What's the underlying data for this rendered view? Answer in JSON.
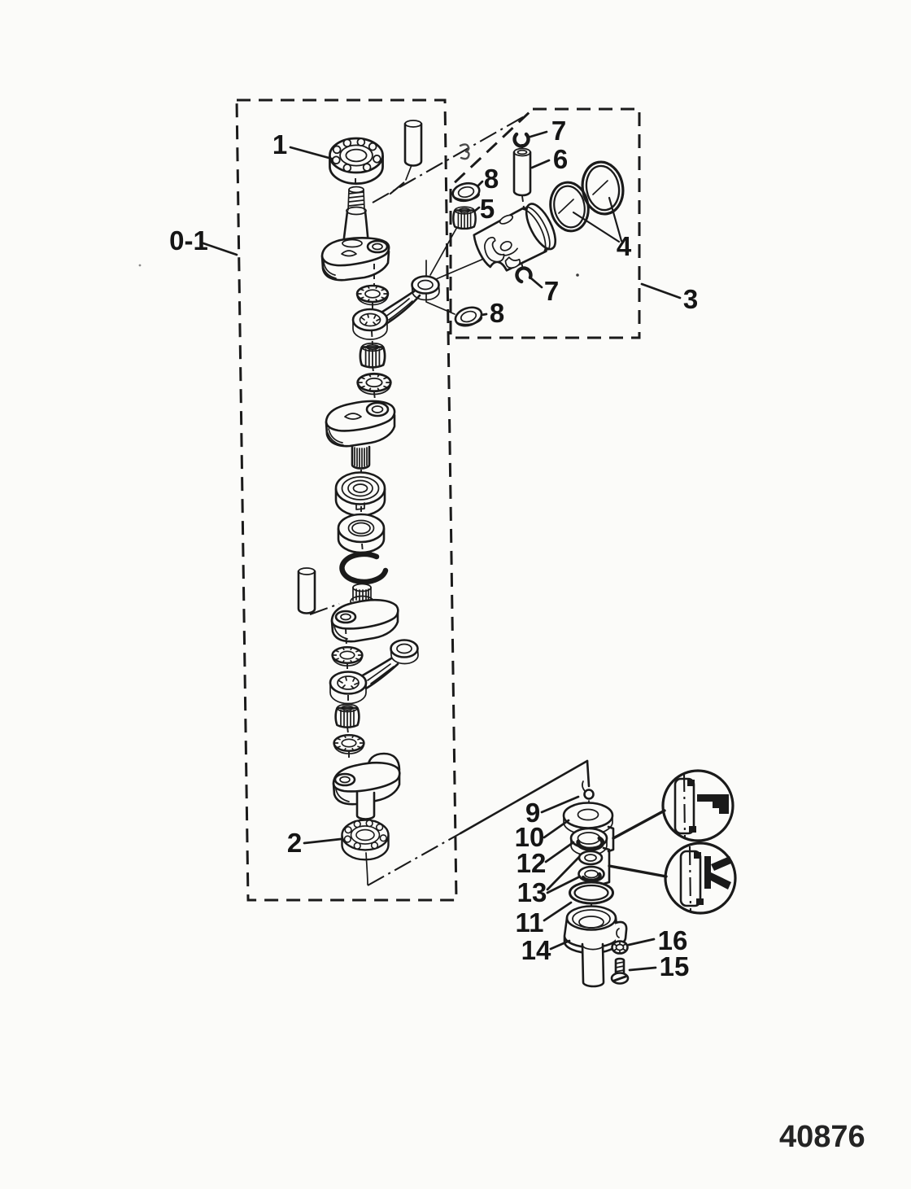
{
  "diagram": {
    "type": "exploded-parts-diagram",
    "drawing_number": "40876",
    "labels": {
      "main_assembly": "0-1",
      "upper_main_bearing": "1",
      "lower_main_bearing": "2",
      "piston_assembly": "3",
      "piston_rings": "4",
      "needle_bearing": "5",
      "piston_pin": "6",
      "pin_retainer_top": "7",
      "pin_retainer_bottom": "7",
      "seal_ring_upper": "8",
      "seal_ring_lower": "8",
      "pin": "9",
      "washer": "10",
      "o_ring": "11",
      "center_bearing": "12",
      "thrust_washers": "13",
      "bearing_housing": "14",
      "screw": "15",
      "lock_washer": "16"
    }
  }
}
